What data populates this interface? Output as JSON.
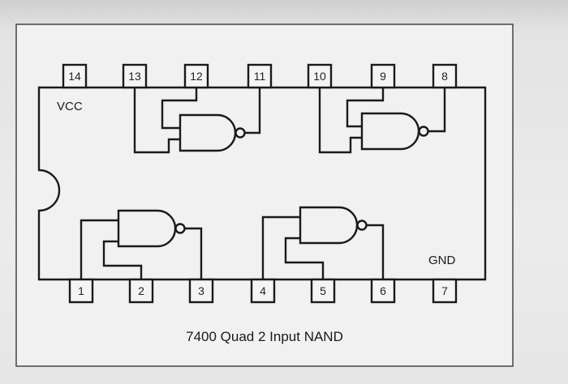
{
  "chip": {
    "vcc_label": "VCC",
    "gnd_label": "GND",
    "caption": "7400 Quad 2 Input NAND",
    "top_pins": [
      "14",
      "13",
      "12",
      "11",
      "10",
      "9",
      "8"
    ],
    "bottom_pins": [
      "1",
      "2",
      "3",
      "4",
      "5",
      "6",
      "7"
    ]
  }
}
